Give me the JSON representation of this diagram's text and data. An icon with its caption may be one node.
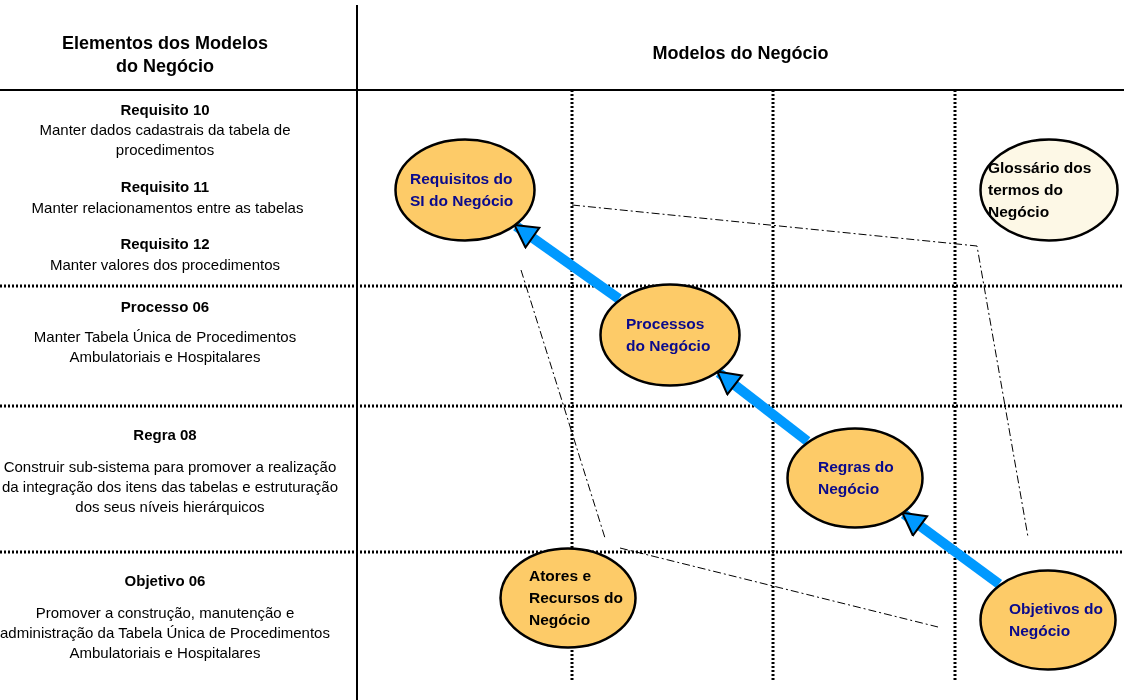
{
  "diagram": {
    "nodes": [
      {
        "text": [
          "Requisitos do SI do Negócio"
        ]
      },
      {
        "text": [
          "Glossário dos termos do Negócio"
        ]
      },
      {
        "text": [
          "Processos do Negócio"
        ]
      },
      {
        "text": [
          "Regras do Negócio"
        ]
      },
      {
        "text": [
          "Atores e Recursos do Negócio"
        ]
      },
      {
        "text": [
          "Objetivos do Negócio"
        ]
      }
    ],
    "edges": [
      {
        "from": 5,
        "to": 3,
        "arrow": "to"
      },
      {
        "from": 3,
        "to": 2,
        "arrow": "to"
      },
      {
        "from": 2,
        "to": 0,
        "arrow": "to"
      }
    ],
    "labels": [
      "Elementos dos Modelos do Negócio",
      "Modelos do Negócio",
      "Requisito 10",
      "Manter dados cadastrais da tabela de procedimentos",
      "Requisito 11",
      "Manter relacionamentos entre as tabelas",
      "Requisito 12",
      "Manter valores dos procedimentos",
      "Processo 06",
      "Manter Tabela Única de Procedimentos Ambulatoriais e Hospitalares",
      "Regra 08",
      "Construir sub-sistema para promover a realização da integração dos itens das tabelas e estruturação dos seus níveis hierárquicos",
      "Objetivo 06",
      "Promover a construção, manutenção e administração da Tabela Única de Procedimentos Ambulatoriais e Hospitalares"
    ]
  }
}
